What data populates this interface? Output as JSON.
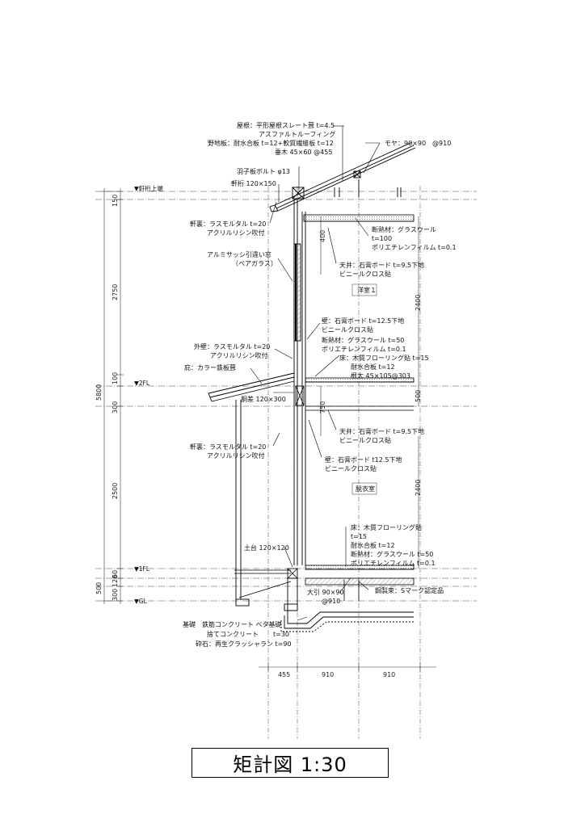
{
  "title": "矩計図 1:30",
  "levels": {
    "eaves": "▼軒桁上端",
    "fl2": "▼2FL",
    "fl1": "▼1FL",
    "gl": "▼GL"
  },
  "vertical_dims_left": [
    "150",
    "2750",
    "100",
    "300",
    "2500",
    "60",
    "120",
    "300",
    "500"
  ],
  "total_height": "5800",
  "vertical_dims_right": [
    "400",
    "2400",
    "500",
    "750",
    "2400"
  ],
  "horizontal_dims": [
    "455",
    "910",
    "910"
  ],
  "rooms": {
    "upper": "洋室１",
    "lower": "脱衣室"
  },
  "roof_notes": {
    "roof": "屋根：平形屋根スレート葺 t=4.5",
    "felt": "アスファルトルーフィング",
    "sheathing": "野地板：耐水合板 t=12+軟質繊維板 t=12",
    "rafter": "垂木 45×60 @455",
    "bolt": "羽子板ボルト φ13",
    "eave_beam": "軒桁 120×150",
    "purlin": "モヤ：90×90　@910"
  },
  "upper_left_notes": {
    "soffit": "軒裏：ラスモルタル t=20",
    "soffit_finish": "アクリルリシン吹付",
    "window": "アルミサッシ引違い窓",
    "glass": "（ペアガラス）",
    "ext_wall": "外壁：ラスモルタル t=20",
    "ext_wall_finish": "アクリルリシン吹付",
    "canopy": "庇：カラー鉄板葺",
    "beam": "胴差 120×300"
  },
  "upper_right_notes": {
    "insulation": "断熱材：グラスウール",
    "insulation_t": "t=100",
    "film": "ポリエチレンフィルム t=0.1",
    "ceiling": "天井：石膏ボード t=9.5下地",
    "ceiling_cloth": "ビニールクロス貼",
    "wall": "壁：石膏ボード t=12.5下地",
    "wall_cloth": "ビニールクロス貼",
    "wall_insulation": "断熱材：グラスウール t=50",
    "wall_film": "ポリエチレンフィルム t=0.1",
    "floor": "床：木質フローリング貼 t=15",
    "floor_ply": "耐水合板 t=12",
    "joist": "根太 45×105@303"
  },
  "lower_notes": {
    "ceiling": "天井：石膏ボード t=9.5下地",
    "ceiling_cloth": "ビニールクロス貼",
    "soffit": "軒裏：ラスモルタル t=20",
    "soffit_finish": "アクリルリシン吹付",
    "wall": "壁：石膏ボード t12.5下地",
    "wall_cloth": "ビニールクロス貼",
    "floor": "床：木質フローリング貼",
    "floor_t": "t=15",
    "floor_ply": "耐水合板 t=12",
    "floor_ins": "断熱材：グラスウール t=50",
    "floor_film": "ポリエチレンフィルム t=0.1",
    "sill": "土台 120×120",
    "girder": "大引 90×90",
    "girder_pitch": "@910",
    "post": "鋼製束：Sマーク認定品"
  },
  "foundation_notes": {
    "base": "基礎　鉄筋コンクリート ベタ基礎",
    "lean": "捨てコンクリート",
    "lean_t": "t=30",
    "gravel": "砕石：再生クラッシャラン t=90"
  }
}
